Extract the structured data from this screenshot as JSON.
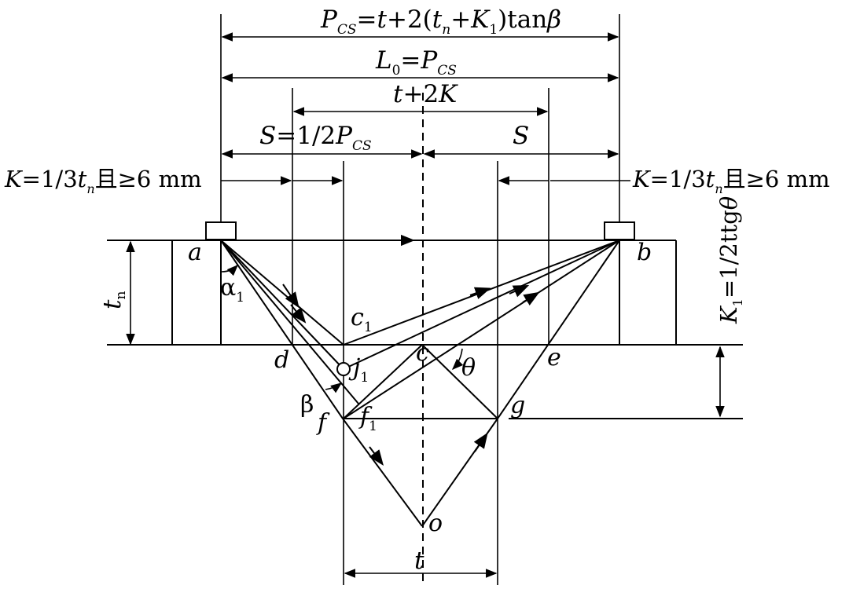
{
  "dimensions": {
    "pcs_top": "P_CS=t+2(t_n+K_1)tanβ",
    "l0": "L_0=P_CS",
    "t2k": "t+2K",
    "s_left": "S=1/2P_CS",
    "s_right": "S",
    "k_left": "K=1/3t_n且≥6 mm",
    "k_right": "K=1/3t_n且≥6 mm",
    "tn": "t_n",
    "k1": "K_1=1/2ttgθ",
    "t_bottom": "t"
  },
  "points": {
    "a": "a",
    "b": "b",
    "c1": "c_1",
    "c": "c",
    "d": "d",
    "e": "e",
    "f": "f",
    "f1": "f_1",
    "g": "g",
    "j1": "j_1",
    "o": "o"
  },
  "angles": {
    "alpha1": "α_1",
    "beta": "β",
    "theta": "θ"
  }
}
